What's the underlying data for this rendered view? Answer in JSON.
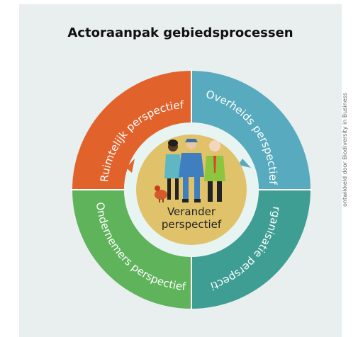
{
  "title": "Actoraanpak gebiedsprocessen",
  "center_label_line1": "Verander",
  "center_label_line2": "perspectief",
  "segments": [
    {
      "label": "Ruimtelijk perspectief",
      "color": "#e2622c"
    },
    {
      "label": "Overheids perspectief",
      "color": "#58abbe"
    },
    {
      "label": "Organisatie perspectief",
      "color": "#3e9e94"
    },
    {
      "label": "Ondernemers perspectief",
      "color": "#5fb35b"
    }
  ],
  "center_color": "#dfc26a",
  "inner_ring_color": "#e8f4f2",
  "icons": [
    "woman-figure-icon",
    "bird-icon",
    "farmer-figure-icon",
    "businessman-figure-icon"
  ],
  "credit": "ontwikkeld door Biodiversity in Business"
}
